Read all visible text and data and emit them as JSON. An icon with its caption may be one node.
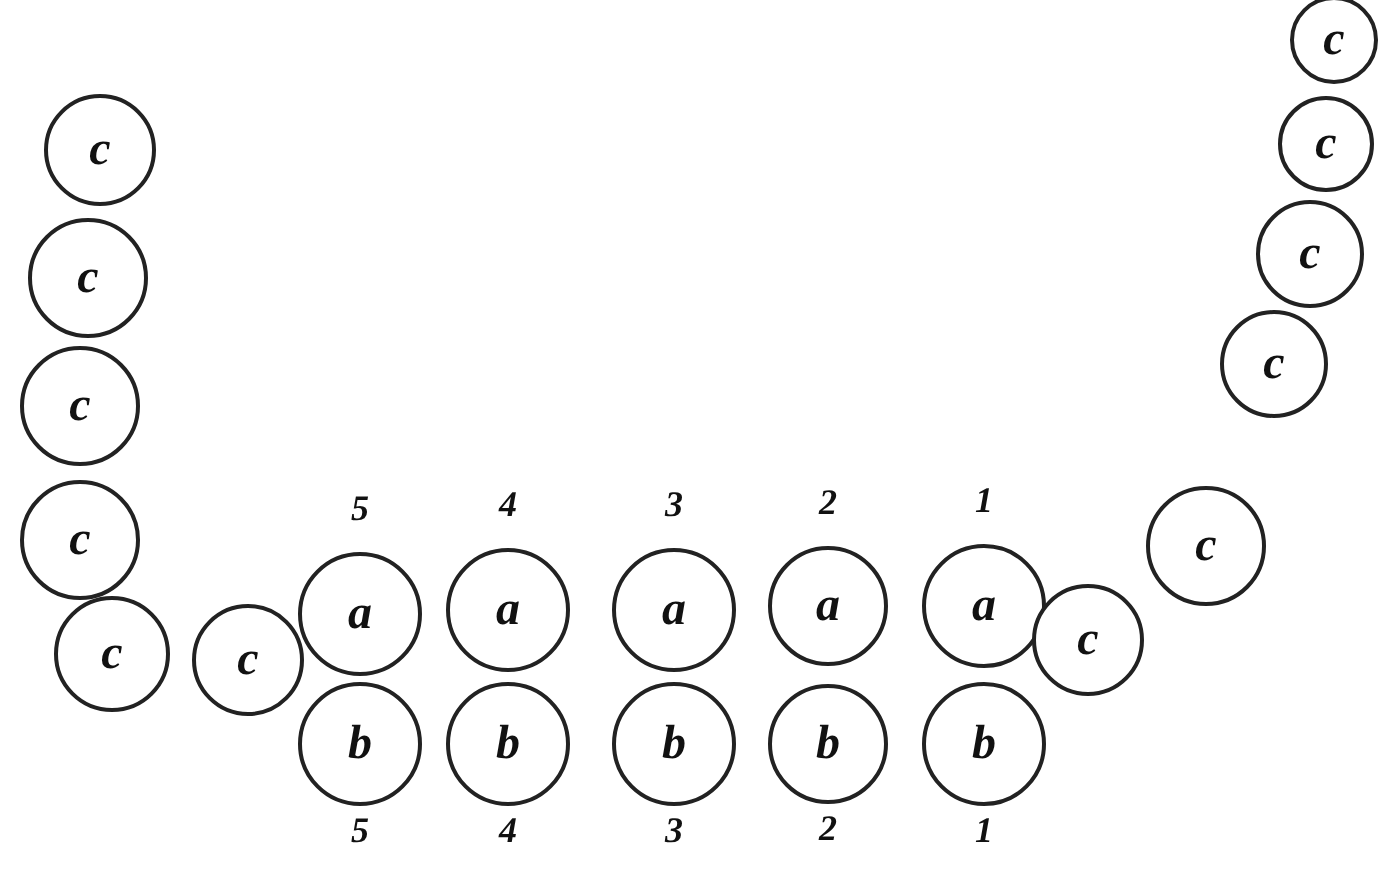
{
  "diagram": {
    "nodes": [
      {
        "text": [
          "c"
        ]
      },
      {
        "text": [
          "c"
        ]
      },
      {
        "text": [
          "c"
        ]
      },
      {
        "text": [
          "c"
        ]
      },
      {
        "text": [
          "c"
        ]
      },
      {
        "text": [
          "c"
        ]
      },
      {
        "text": [
          "a"
        ],
        "beside": [
          "5"
        ]
      },
      {
        "text": [
          "a"
        ],
        "beside": [
          "4"
        ]
      },
      {
        "text": [
          "a"
        ],
        "beside": [
          "3"
        ]
      },
      {
        "text": [
          "a"
        ],
        "beside": [
          "2"
        ]
      },
      {
        "text": [
          "a"
        ],
        "beside": [
          "1"
        ]
      },
      {
        "text": [
          "b"
        ],
        "beside": [
          "5"
        ]
      },
      {
        "text": [
          "b"
        ],
        "beside": [
          "4"
        ]
      },
      {
        "text": [
          "b"
        ],
        "beside": [
          "3"
        ]
      },
      {
        "text": [
          "b"
        ],
        "beside": [
          "2"
        ]
      },
      {
        "text": [
          "b"
        ],
        "beside": [
          "1"
        ]
      },
      {
        "text": [
          "c"
        ]
      },
      {
        "text": [
          "c"
        ]
      },
      {
        "text": [
          "c"
        ]
      },
      {
        "text": [
          "c"
        ]
      },
      {
        "text": [
          "c"
        ]
      },
      {
        "text": [
          "c"
        ]
      }
    ]
  }
}
